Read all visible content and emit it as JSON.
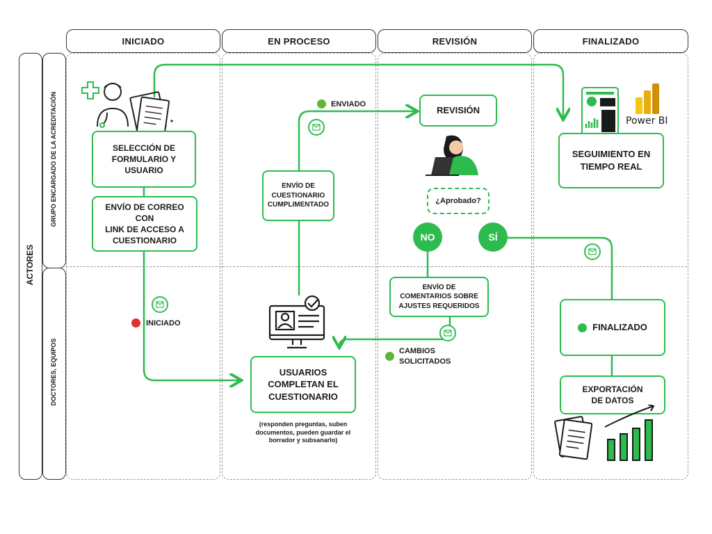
{
  "columns": {
    "iniciado": "INICIADO",
    "en_proceso": "EN PROCESO",
    "revision": "REVISIÓN",
    "finalizado": "FINALIZADO"
  },
  "rows": {
    "actores": "ACTORES",
    "grupo": "GRUPO ENCARGADO DE LA ACREDITACIÓN",
    "doctores": "DOCTORES, EQUIPOS"
  },
  "boxes": {
    "seleccion": "SELECCIÓN DE\nFORMULARIO Y\nUSUARIO",
    "envio_correo": "ENVÍO DE CORREO CON\nLINK DE ACCESO A\nCUESTIONARIO",
    "envio_cuestionario": "ENVÍO DE\nCUESTIONARIO\nCUMPLIMENTADO",
    "revision": "REVISIÓN",
    "aprobado": "¿Aprobado?",
    "envio_comentarios": "ENVÍO DE\nCOMENTARIOS SOBRE\nAJUSTES REQUERIDOS",
    "seguimiento": "SEGUIMIENTO EN\nTIEMPO REAL",
    "finalizado": "FINALIZADO",
    "exportacion": "EXPORTACIÓN\nDE DATOS",
    "usuarios": "USUARIOS\nCOMPLETAN EL\nCUESTIONARIO"
  },
  "decisions": {
    "no": "NO",
    "si": "SÍ"
  },
  "status": {
    "enviado": "ENVIADO",
    "iniciado": "INICIADO",
    "cambios": "CAMBIOS\nSOLICITADOS"
  },
  "note": "(responden preguntas, suben\ndocumentos, pueden guardar el\nborrador y subsanarlo)",
  "powerbi": "Power BI",
  "colors": {
    "accent": "#2dbb4e",
    "status_green": "#5fb53a",
    "status_red": "#e0322c",
    "powerbi_yellow": "#f2c811"
  }
}
